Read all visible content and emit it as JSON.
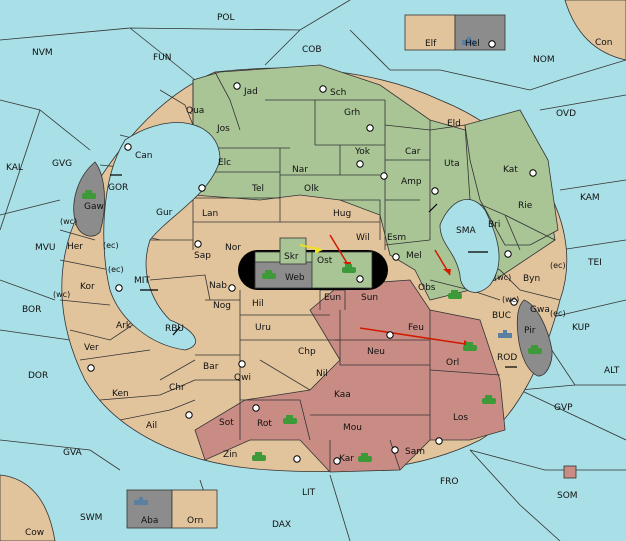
{
  "colors": {
    "sea": "#a9dfe6",
    "land_neutral": "#e2c49c",
    "land_green": "#a9c596",
    "land_red": "#c98c84",
    "land_gray": "#8c8c8c",
    "arrow_red": "#d11a00",
    "arrow_yellow": "#f0e020",
    "unit_green": "#3e9a38"
  },
  "sea_labels": [
    "POL",
    "NVM",
    "FUN",
    "COB",
    "NOM",
    "KAL",
    "GVG",
    "GOR",
    "OVD",
    "KAM",
    "SMA",
    "MIT",
    "MVU",
    "BOR",
    "DOR",
    "RBU",
    "TEI",
    "KUP",
    "BUC",
    "ROD",
    "ALT",
    "GVP",
    "GVA",
    "FRO",
    "SOM",
    "LIT",
    "SWM",
    "DAX"
  ],
  "land_labels": [
    "Elf",
    "Hel",
    "Con",
    "Jad",
    "Sch",
    "Qua",
    "Jos",
    "Grh",
    "Eld",
    "Can",
    "Elc",
    "Yok",
    "Car",
    "Uta",
    "Kat",
    "Nar",
    "Tel",
    "Olk",
    "Amp",
    "Gaw",
    "Gur",
    "Lan",
    "Hug",
    "Rie",
    "Bri",
    "Nor",
    "Wil",
    "Esm",
    "Skr",
    "Ost",
    "Her",
    "Kor",
    "Sap",
    "Web",
    "Mel",
    "Byn",
    "Nab",
    "Eun",
    "Sun",
    "Obs",
    "Gwa",
    "Hil",
    "Nog",
    "Pir",
    "Ark",
    "Uru",
    "Feu",
    "Ver",
    "Chp",
    "Neu",
    "Orl",
    "Bar",
    "Qwi",
    "Nil",
    "Ken",
    "Chr",
    "Kaa",
    "Rot",
    "Mou",
    "Los",
    "Ail",
    "Sot",
    "Zin",
    "Kar",
    "Sam",
    "Cow",
    "Aba",
    "Orn"
  ],
  "coast_labels": [
    "(wc)",
    "(ec)",
    "(ec)",
    "(wc)",
    "(wc)",
    "(ec)",
    "(ec)",
    "(wc)"
  ]
}
